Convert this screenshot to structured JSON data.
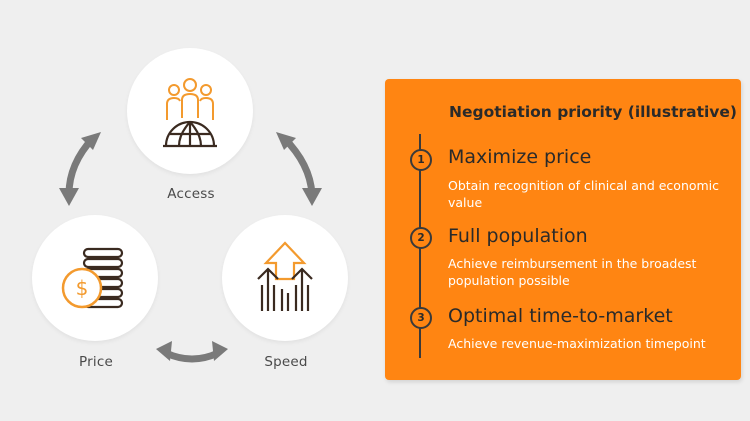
{
  "cycle": {
    "nodes": [
      {
        "label": "Access",
        "icon": "people-globe-icon"
      },
      {
        "label": "Price",
        "icon": "dollar-coins-icon"
      },
      {
        "label": "Speed",
        "icon": "upward-arrows-icon"
      }
    ],
    "arrow_color": "#7a7a7a",
    "icon_orange": "#f39a2e",
    "icon_dark": "#3a2a20"
  },
  "panel": {
    "title": "Negotiation priority (illustrative)",
    "bg_color": "#ff8512",
    "steps": [
      {
        "number": "1",
        "heading": "Maximize price",
        "description": "Obtain recognition of clinical and economic value"
      },
      {
        "number": "2",
        "heading": "Full population",
        "description": "Achieve reimbursement in the broadest population possible"
      },
      {
        "number": "3",
        "heading": "Optimal time-to-market",
        "description": "Achieve revenue-maximization timepoint"
      }
    ]
  }
}
